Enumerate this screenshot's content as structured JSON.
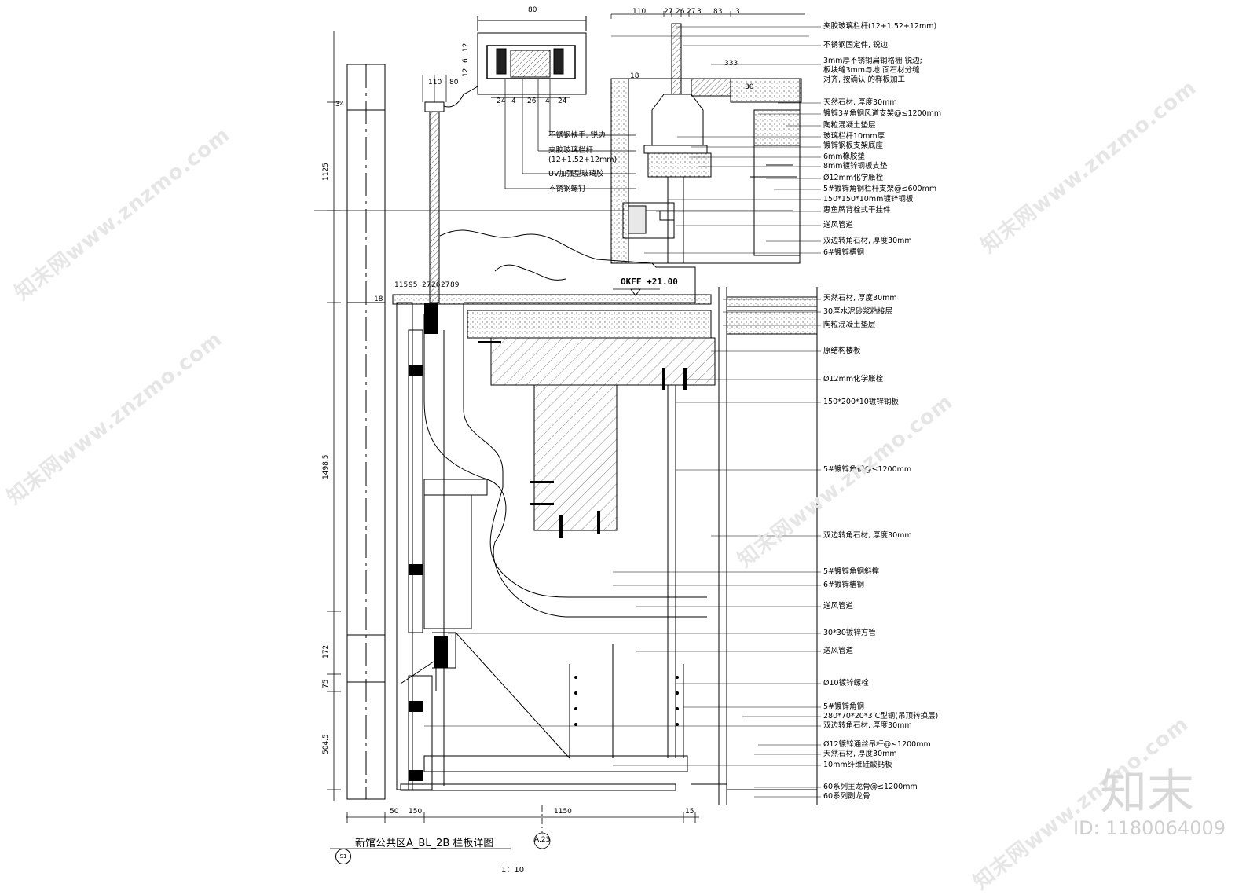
{
  "title": "新馆公共区A_BL_2B 栏板详图",
  "scale": "1：10",
  "detail_no": "S1",
  "axis_tag": "A.23",
  "level": "OKFF +21.00",
  "brand": "知末",
  "id_text": "ID: 1180064009",
  "watermark": "知末网www.znzmo.com",
  "upper_right_labels": [
    "夹胶玻璃栏杆(12+1.52+12mm)",
    "不锈钢固定件, 锐边",
    "3mm厚不锈钢扁钢格栅 锐边;",
    "板块缝3mm与地 面石材分缝",
    "对齐, 按确认 的样板加工",
    "天然石材, 厚度30mm",
    "镀锌3#角钢风道支架@≤1200mm",
    "陶粒混凝土垫层",
    "玻璃栏杆10mm厚",
    "镀锌钢板支架底座",
    "6mm橡胶垫",
    "8mm镀锌钢板支垫",
    "Ø12mm化学胀栓",
    "5#镀锌角钢栏杆支架@≤600mm",
    "150*150*10mm镀锌钢板",
    "惠鱼牌背栓式干挂件",
    "送风管道",
    "双边转角石材, 厚度30mm",
    "6#镀锌槽钢"
  ],
  "lower_right_labels": [
    "天然石材, 厚度30mm",
    "30厚水泥砂浆粘接层",
    "陶粒混凝土垫层",
    "原结构楼板",
    "Ø12mm化学胀栓",
    "150*200*10镀锌钢板",
    "5#镀锌角钢@≤1200mm",
    "双边转角石材, 厚度30mm",
    "5#镀锌角钢斜撑",
    "6#镀锌槽钢",
    "送风管道",
    "30*30镀锌方管",
    "送风管道",
    "Ø10镀锌螺栓",
    "5#镀锌角钢",
    "280*70*20*3 C型钢(吊顶转换层)",
    "双边转角石材, 厚度30mm",
    "Ø12镀锌通丝吊杆@≤1200mm",
    "天然石材, 厚度30mm",
    "10mm纤维硅酸钙板",
    "60系列主龙骨@≤1200mm",
    "60系列副龙骨"
  ],
  "left_inset_labels": [
    "不锈钢扶手, 锐边",
    "夹胶玻璃栏杆",
    "(12+1.52+12mm)",
    "UV加强型玻璃胶",
    "不锈钢螺钉"
  ],
  "dims": {
    "top_inset_width": "80",
    "top_inset_left": "12",
    "top_inset_left2": "6",
    "top_inset_left3": "12",
    "top_inset_bottom": [
      "24",
      "4",
      "26",
      "4",
      "24"
    ],
    "top_right": [
      "110",
      "27",
      "26",
      "27",
      "3",
      "83",
      "3"
    ],
    "upper_left": [
      "110",
      "80"
    ],
    "mid_left": [
      "115",
      "95",
      "27",
      "26",
      "27",
      "89"
    ],
    "v_left": [
      "1125",
      "1498.5",
      "172",
      "75",
      "504.5"
    ],
    "small_18a": "18",
    "small_18b": "18",
    "small_34": "34",
    "upper_18": "18",
    "upper_333": "333",
    "upper_30": "30",
    "bottom": [
      "50",
      "150",
      "1150",
      "15"
    ]
  }
}
